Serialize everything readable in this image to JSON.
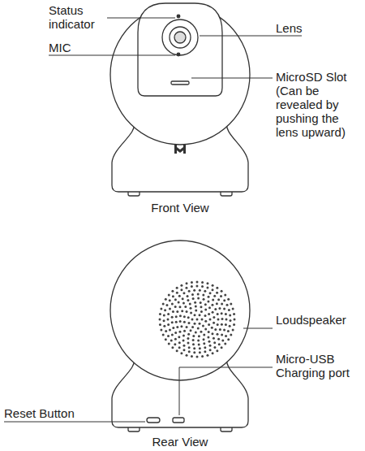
{
  "diagram": {
    "labels": [
      "Status indicator",
      "MIC",
      "Lens",
      "MicroSD Slot (Can be revealed by pushing the lens upward)",
      "Front View",
      "Loudspeaker",
      "Micro-USB Charging port",
      "Reset Button",
      "Rear View"
    ]
  }
}
